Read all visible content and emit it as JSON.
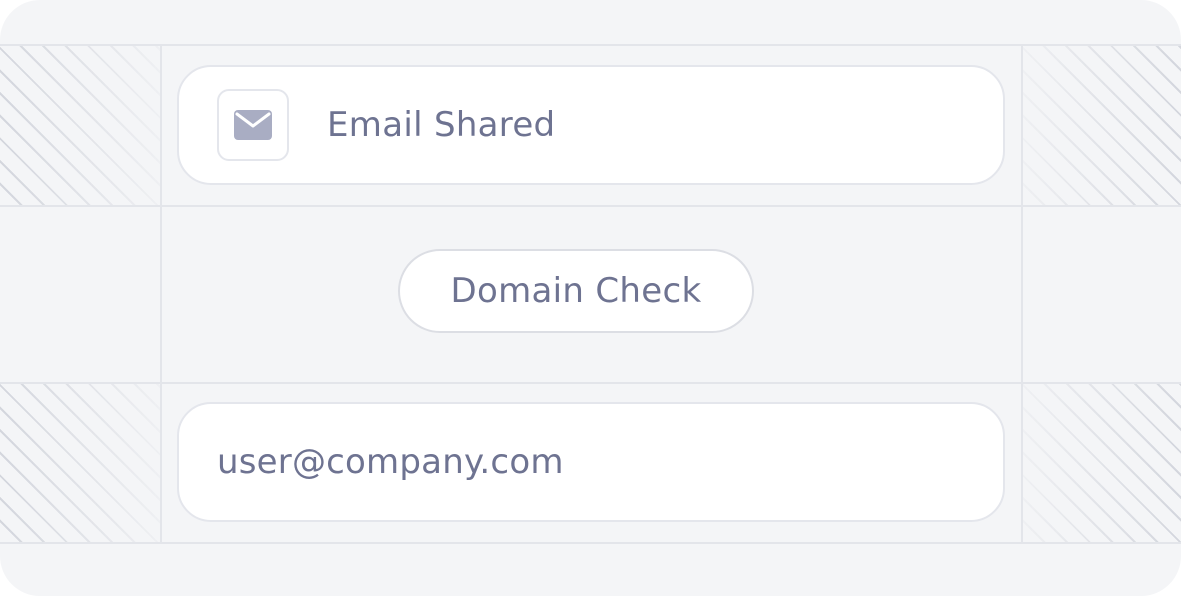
{
  "top_card": {
    "icon": "mail-icon",
    "label": "Email Shared"
  },
  "middle": {
    "pill_label": "Domain Check"
  },
  "bottom_card": {
    "value": "user@company.com"
  },
  "colors": {
    "background": "#f4f5f7",
    "card": "#ffffff",
    "border": "#e4e6ec",
    "text": "#6e7391",
    "icon": "#a9adc3"
  }
}
